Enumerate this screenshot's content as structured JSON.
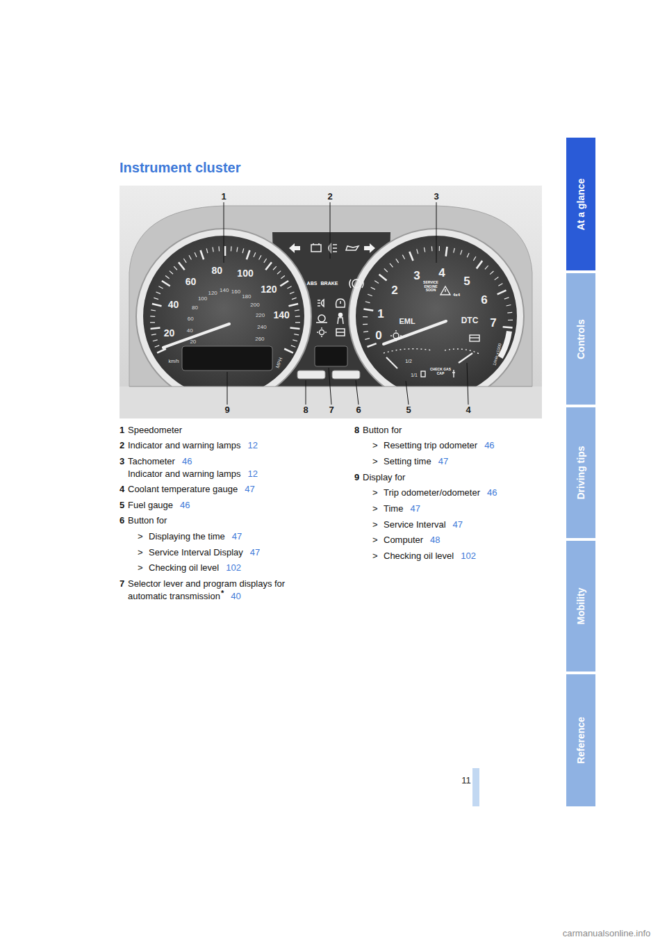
{
  "diagram": {
    "title": "Instrument cluster",
    "nodes": [
      {
        "text": [
          "At a glance"
        ]
      },
      {
        "text": [
          "Controls"
        ]
      },
      {
        "text": [
          "Driving tips"
        ]
      },
      {
        "text": [
          "Mobility"
        ]
      },
      {
        "text": [
          "Reference"
        ]
      }
    ],
    "labels": [
      "1",
      "2",
      "3",
      "9",
      "8",
      "7",
      "6",
      "5",
      "4",
      "20",
      "40",
      "60",
      "80",
      "100",
      "120",
      "140",
      "20",
      "40",
      "60",
      "80",
      "100",
      "120",
      "140",
      "160",
      "180",
      "200",
      "220",
      "240",
      "260",
      "km/h",
      "MPH",
      "ABS",
      "BRAKE",
      "0",
      "1",
      "2",
      "3",
      "4",
      "5",
      "6",
      "7",
      "EML",
      "SERVICE ENGINE SOON",
      "4x4",
      "DTC",
      "1/2",
      "1/1",
      "CHECK GAS CAP",
      "1/min x1000",
      "1",
      "Speedometer",
      "2",
      "Indicator and warning lamps",
      "12",
      "3",
      "Tachometer",
      "46",
      "Indicator and warning lamps",
      "12",
      "4",
      "Coolant temperature gauge",
      "47",
      "5",
      "Fuel gauge",
      "46",
      "6",
      "Button for",
      ">",
      "Displaying the time",
      "47",
      ">",
      "Service Interval Display",
      "47",
      ">",
      "Checking oil level",
      "102",
      "7",
      "Selector lever and program displays for",
      "automatic transmission",
      "*",
      "40",
      "8",
      "Button for",
      ">",
      "Resetting trip odometer",
      "46",
      ">",
      "Setting time",
      "47",
      "9",
      "Display for",
      ">",
      "Trip odometer/odometer",
      "46",
      ">",
      "Time",
      "47",
      ">",
      "Service Interval",
      "47",
      ">",
      "Computer",
      "48",
      ">",
      "Checking oil level",
      "102",
      "11",
      "carmanualsonline.info"
    ]
  }
}
